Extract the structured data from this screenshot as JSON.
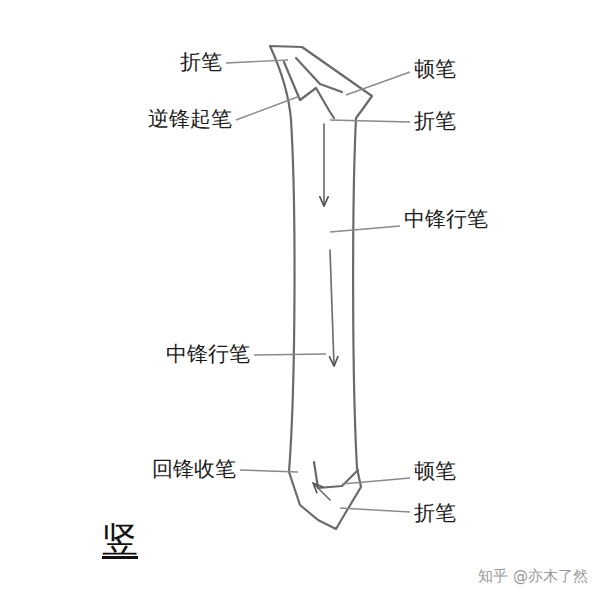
{
  "diagram": {
    "title": "竖",
    "labels": [
      "折笔",
      "顿笔",
      "逆锋起笔",
      "折笔",
      "中锋行笔",
      "中锋行笔",
      "回锋收笔",
      "顿笔",
      "折笔",
      "知乎 @亦木了然"
    ]
  }
}
